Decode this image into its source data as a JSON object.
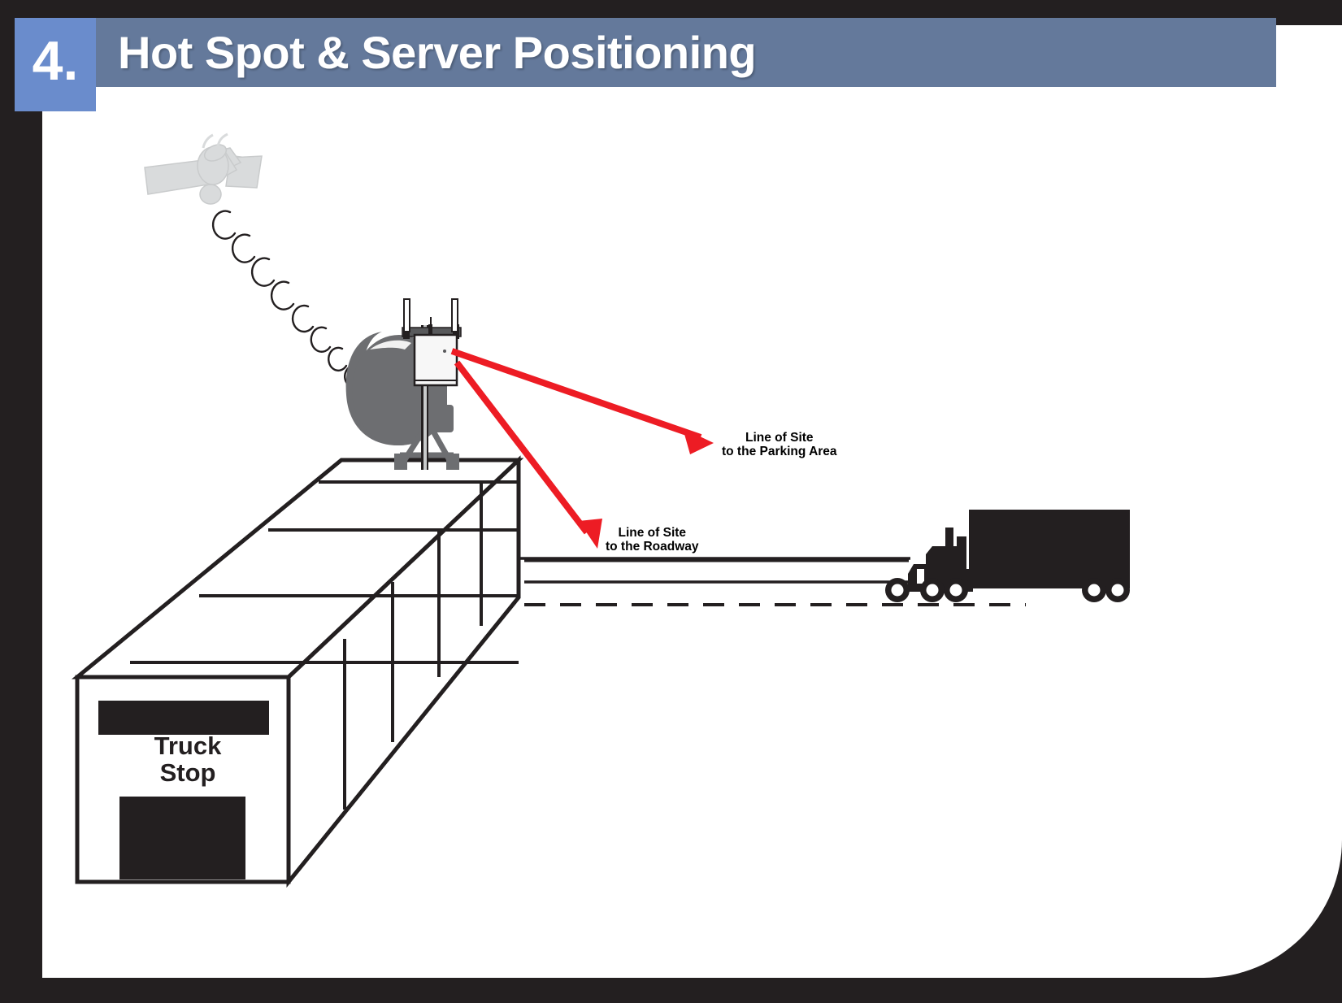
{
  "slide": {
    "number": "4.",
    "title": "Hot Spot & Server Positioning",
    "header_bg": "#64799b",
    "badge_bg": "#6a8ccc",
    "page_bg": "#ffffff",
    "frame_bg": "#231f20"
  },
  "annotations": [
    {
      "id": "line-of-site-parking",
      "line1": "Line of Site",
      "line2": "to the Parking Area",
      "arrow_color": "#ed1c24"
    },
    {
      "id": "line-of-site-roadway",
      "line1": "Line of Site",
      "line2": "to the Roadway",
      "arrow_color": "#ed1c24"
    }
  ],
  "building": {
    "label_line1": "Truck",
    "label_line2": "Stop",
    "stroke": "#231f20",
    "fill": "#ffffff"
  },
  "objects": {
    "satellite": {
      "name": "satellite-icon",
      "color": "#d9dbdc"
    },
    "signal": {
      "name": "signal-wave-trail",
      "color": "#231f20"
    },
    "dish": {
      "name": "satellite-dish-icon",
      "color": "#6d6e71"
    },
    "enclosure": {
      "name": "hot-spot-server-enclosure",
      "color": "#f7f7f7"
    },
    "truck": {
      "name": "semi-truck-icon",
      "color": "#231f20"
    },
    "roadway": {
      "name": "roadway",
      "color": "#231f20"
    }
  }
}
